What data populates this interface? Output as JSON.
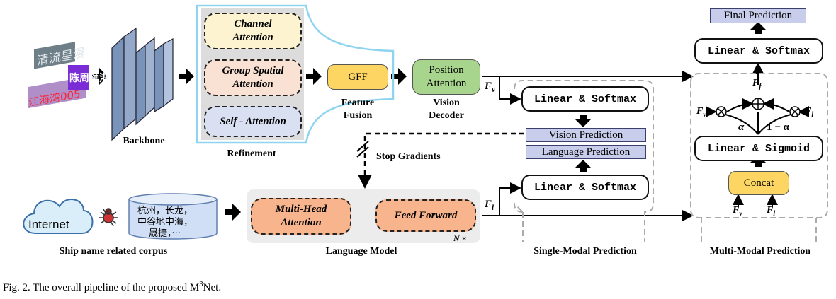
{
  "input_images": {
    "line1": "清流星漫",
    "line2": "江海湾005",
    "line3": "陈周领港"
  },
  "backbone": {
    "label": "Backbone"
  },
  "refinement": {
    "channel": "Channel Attention",
    "channel_l1": "Channel",
    "channel_l2": "Attention",
    "group_l1": "Group Spatial",
    "group_l2": "Attention",
    "self": "Self - Attention",
    "label": "Refinement"
  },
  "gff": {
    "box": "GFF",
    "label_l1": "Feature",
    "label_l2": "Fusion"
  },
  "vision_decoder": {
    "box_l1": "Position",
    "box_l2": "Attention",
    "label_l1": "Vision",
    "label_l2": "Decoder"
  },
  "symbols": {
    "fv": "F",
    "fv_sub": "v",
    "fl": "F",
    "fl_sub": "l",
    "ff": "F",
    "ff_sub": "f",
    "alpha": "α",
    "one_minus_alpha": "1 − α",
    "nx": "N ×"
  },
  "single_modal": {
    "linear_top": "Linear & Softmax",
    "vision_pred": "Vision Prediction",
    "language_pred": "Language Prediction",
    "linear_bottom": "Linear & Softmax",
    "label": "Single-Modal Prediction"
  },
  "multi_modal": {
    "final": "Final Prediction",
    "linear_softmax": "Linear & Softmax",
    "linear_sigmoid": "Linear & Sigmoid",
    "concat": "Concat",
    "label": "Multi-Modal Prediction"
  },
  "stop_gradients": "Stop Gradients",
  "corpus": {
    "internet": "Internet",
    "text_l1": "杭州，长龙，",
    "text_l2": "中谷地中海，",
    "text_l3": "晟捷，···",
    "label": "Ship name related corpus"
  },
  "language_model": {
    "mha_l1": "Multi-Head",
    "mha_l2": "Attention",
    "ff": "Feed Forward",
    "label": "Language Model"
  },
  "caption": {
    "prefix": "Fig. 2.   The overall pipeline of the proposed M",
    "sup": "3",
    "suffix": "Net."
  },
  "colors": {
    "refine_bg": "#dcdcdc",
    "channel": "#fdf3d0",
    "group": "#f9e2d4",
    "self": "#d8e0f2",
    "gff": "#fcd562",
    "pos_att": "#a8d58d",
    "concat": "#fcd562",
    "lm_orange": "#f8b48c",
    "pred_blue": "#c7cdea",
    "frame": "#8fd4ef"
  }
}
